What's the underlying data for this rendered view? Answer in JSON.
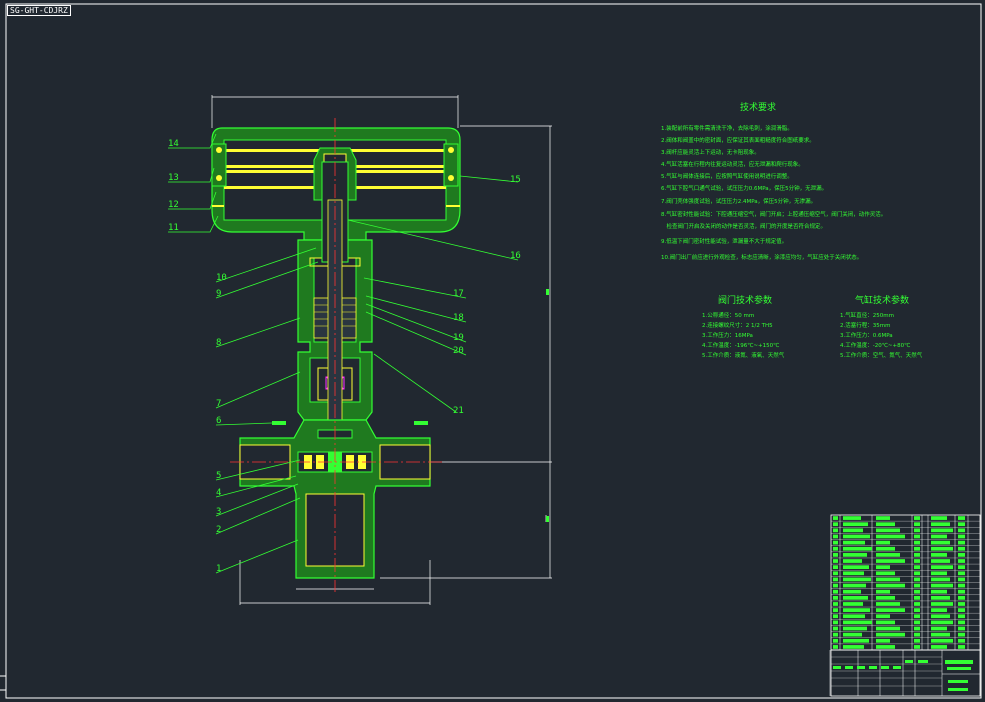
{
  "title_tag": "SG-GHT-CDJRZ",
  "tech_requirements": {
    "heading": "技术要求",
    "items": [
      "1.装配前所有零件需清洗干净，去除毛刺，涂润滑脂。",
      "2.阀体和阀盖中的密封面，应保证其表面粗糙度符合图纸要求。",
      "3.阀杆应能灵活上下运动，无卡阻现象。",
      "4.气缸活塞在行程内往复运动灵活，应无泄漏和爬行现象。",
      "5.气缸与阀体连接后，应按照气缸使用说明进行调整。",
      "6.气缸下腔气口通气试验，试压压力0.6MPa，保压5分钟，无泄漏。",
      "7.阀门壳体强度试验，试压压力2.4MPa，保压5分钟，无渗漏。",
      "8.气缸密封性能试验：下腔通压缩空气，阀门开启；上腔通压缩空气，阀门关闭，动作灵活。",
      "　检查阀门开启及关闭的动作是否灵活，阀门的开度是否符合规定。",
      "9.低温下阀门密封性能试验，泄漏量不大于规定值。",
      "10.阀门出厂前应进行外观检查，标志应清晰，涂漆应均匀，气缸应处于关闭状态。"
    ]
  },
  "valve_params": {
    "heading": "阀门技术参数",
    "items": [
      "1.公称通径：50 mm",
      "2.连接螺纹尺寸：2 1/2 TH5",
      "3.工作压力：16MPa",
      "4.工作温度：-196℃~+150℃",
      "5.工作介质：液氮、液氧、天然气"
    ]
  },
  "cylinder_params": {
    "heading": "气缸技术参数",
    "items": [
      "1.气缸直径：250mm",
      "2.活塞行程：35mm",
      "3.工作压力：0.6MPa",
      "4.工作温度：-20℃~+80℃",
      "5.工作介质：空气、氮气、天然气"
    ]
  },
  "part_numbers": [
    "14",
    "13",
    "12",
    "11",
    "10",
    "9",
    "8",
    "7",
    "6",
    "5",
    "4",
    "3",
    "2",
    "1",
    "15",
    "16",
    "17",
    "18",
    "19",
    "20",
    "21"
  ],
  "colors": {
    "background": "#212830",
    "part_outline": "#33ff33",
    "fill": "#1f7a1f",
    "yellow": "#ffff33",
    "center_line": "#ff3333",
    "white": "#ffffff",
    "accent_magenta": "#ff33ff"
  }
}
